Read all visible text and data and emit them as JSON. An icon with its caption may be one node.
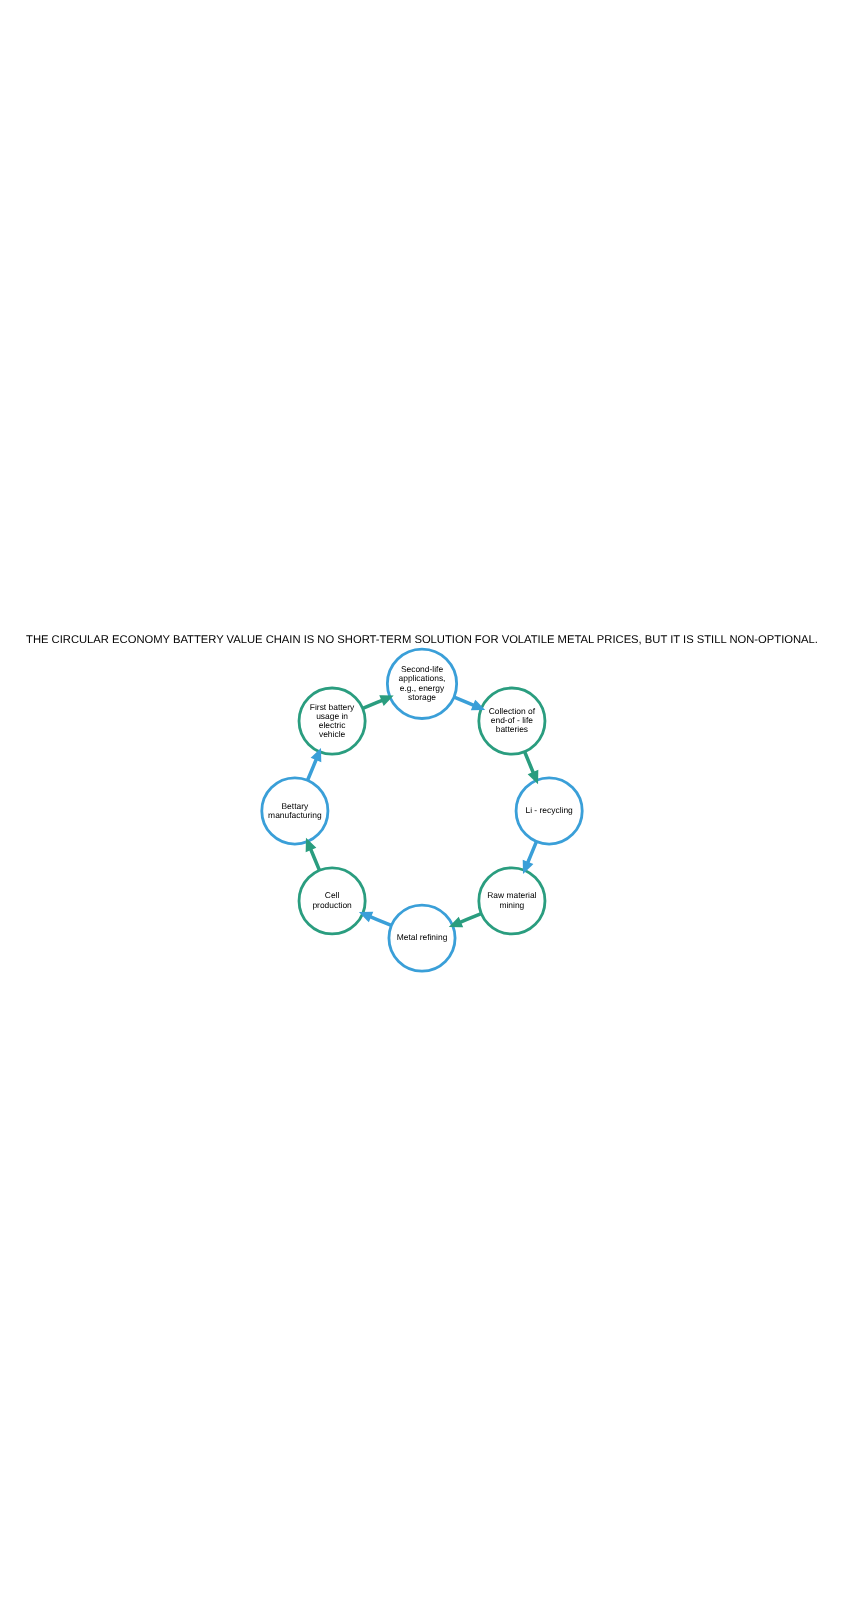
{
  "diagram": {
    "title": "THE CIRCULAR ECONOMY BATTERY VALUE CHAIN IS NO SHORT-TERM SOLUTION FOR VOLATILE METAL PRICES, BUT IT IS STILL NON-OPTIONAL.",
    "nodes": [
      {
        "text": [
          "Raw material mining"
        ]
      },
      {
        "text": [
          "Metal refining"
        ]
      },
      {
        "text": [
          "Cell production"
        ]
      },
      {
        "text": [
          "Bettary manufacturing"
        ]
      },
      {
        "text": [
          "First battery usage in electric vehicle"
        ]
      },
      {
        "text": [
          "Second-life applications, e.g., energy storage"
        ]
      },
      {
        "text": [
          "Collection of end-of - life batteries"
        ]
      },
      {
        "text": [
          "Li - recycling"
        ]
      }
    ],
    "edges": [
      {
        "from": 0,
        "to": 1,
        "arrow": "to",
        "color": "#2a9d7f"
      },
      {
        "from": 1,
        "to": 2,
        "arrow": "to",
        "color": "#3a9fd8"
      },
      {
        "from": 2,
        "to": 3,
        "arrow": "to",
        "color": "#2a9d7f"
      },
      {
        "from": 3,
        "to": 4,
        "arrow": "to",
        "color": "#3a9fd8"
      },
      {
        "from": 4,
        "to": 5,
        "arrow": "to",
        "color": "#2a9d7f"
      },
      {
        "from": 5,
        "to": 6,
        "arrow": "to",
        "color": "#3a9fd8"
      },
      {
        "from": 6,
        "to": 7,
        "arrow": "to",
        "color": "#2a9d7f"
      },
      {
        "from": 7,
        "to": 0,
        "arrow": "to",
        "color": "#3a9fd8"
      }
    ]
  }
}
